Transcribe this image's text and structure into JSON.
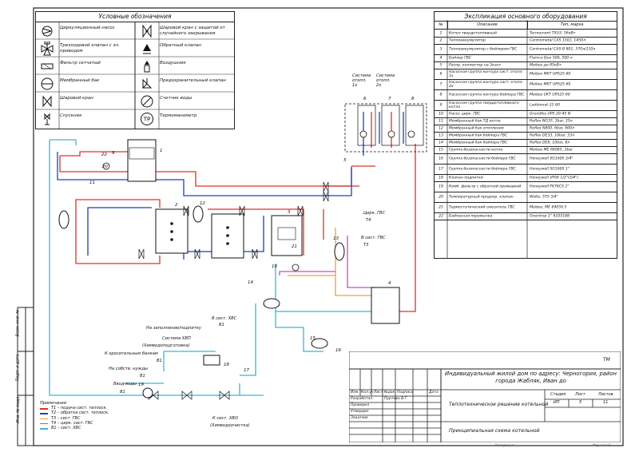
{
  "legend": {
    "title": "Условные обозначения",
    "items": [
      {
        "label": "Циркуляционный насос",
        "icon": "pump-icon"
      },
      {
        "label": "Шаровой кран с защитой от случайного закрывания",
        "icon": "ball-valve-locked-icon"
      },
      {
        "label": "Трехходовой клапан с эл. приводом",
        "icon": "three-way-valve-icon"
      },
      {
        "label": "Обратный клапан",
        "icon": "check-valve-icon"
      },
      {
        "label": "Фильтр сетчатый",
        "icon": "filter-icon"
      },
      {
        "label": "Воздушник",
        "icon": "air-vent-icon"
      },
      {
        "label": "Мембранный бак",
        "icon": "membrane-tank-icon"
      },
      {
        "label": "Предохранительный клапан",
        "icon": "safety-valve-icon"
      },
      {
        "label": "Шаровой кран",
        "icon": "ball-valve-icon"
      },
      {
        "label": "Счетчик воды",
        "icon": "water-meter-icon"
      },
      {
        "label": "Спускник",
        "icon": "drain-icon"
      },
      {
        "label": "Термоманометр",
        "icon": "thermomanometer-icon",
        "badge": "TP"
      }
    ]
  },
  "spec": {
    "title": "Экспликация основного оборудования",
    "col_no": "№",
    "col_desc": "Описание",
    "col_type": "Тип, марка",
    "rows": [
      {
        "no": "1",
        "desc": "Котел твердотопливный",
        "type": "Termomont TXU3, 56кВт"
      },
      {
        "no": "2",
        "desc": "Теплоаккумулятор",
        "type": "Centrometal CAS 1501, 1450л"
      },
      {
        "no": "3",
        "desc": "Теплоаккумулятор с бойлером ГВС",
        "type": "Centrometal CAS-B 801, 570л/110л"
      },
      {
        "no": "4",
        "desc": "Бойлер ГВС",
        "type": "Flamco Duo 500, 500 л"
      },
      {
        "no": "5",
        "desc": "Распр. коллектор на 3кант",
        "type": "Meibes до 85кВт"
      },
      {
        "no": "6",
        "desc": "Насосная группа контура сист. отопл. 1х",
        "type": "Meibes MKT UPS25-60"
      },
      {
        "no": "7",
        "desc": "Насосная группа контура сист. отопл. 2х",
        "type": "Meibes MKT UPS25-60"
      },
      {
        "no": "8",
        "desc": "Насосная группа контура бойлера ГВС",
        "type": "Meibes UKT UPS25-60"
      },
      {
        "no": "9",
        "desc": "Насосная группа твердотопливного котла",
        "type": "Laddomat 21-60"
      },
      {
        "no": "10",
        "desc": "Насос цирк. ГВС",
        "type": "Grundfos UPS 20-45 N"
      },
      {
        "no": "11",
        "desc": "Мембранный бак ТД котла",
        "type": "Reflex NG35, 3bar, 35л"
      },
      {
        "no": "12",
        "desc": "Мембранный бак отопления",
        "type": "Reflex N800, 6bar, 800л"
      },
      {
        "no": "13",
        "desc": "Мембранный бак бойлера ГВС",
        "type": "Reflex DE33, 10bar, 33л"
      },
      {
        "no": "14",
        "desc": "Мембранный бак бойлера ГВС",
        "type": "Reflex DE8, 10bar, 8л"
      },
      {
        "no": "15",
        "desc": "Группа безопасности котла",
        "type": "Meibes ME 66065, 3bar"
      },
      {
        "no": "16",
        "desc": "Группа безопасности бойлера ГВС",
        "type": "Honeywell SG160S 3/4\""
      },
      {
        "no": "17",
        "desc": "Группа безопасности бойлера ГВС",
        "type": "Honeywell SG160S 1\""
      },
      {
        "no": "18",
        "desc": "Клапан подпитки",
        "type": "Honeywell VF06 1/2\"(3/4\")"
      },
      {
        "no": "19",
        "desc": "Комб. фильтр с обратной промывкой",
        "type": "Honeywell FK76CS 1\""
      },
      {
        "no": "20",
        "desc": "Температурный предохр. клапан",
        "type": "Watts, STS 3/4\""
      },
      {
        "no": "21",
        "desc": "Термостатический смеситель ГВС",
        "type": "Meibes, ME 69059.5"
      },
      {
        "no": "22",
        "desc": "Байпасная перемычка",
        "type": "Oventrop 1\" 6105188"
      }
    ]
  },
  "scheme": {
    "system1": "Система отопл. 1х",
    "system2": "Система отопл. 2х",
    "circ": "Цирк. ГВС",
    "circ_code": "Т4",
    "to_dhw": "В сист. ГВС",
    "to_dhw_code": "Т3",
    "to_cold": "В сист. ХВС",
    "to_cold_code": "В1",
    "fill": "На заполнение/подпитку",
    "cold_sys": "Система ХВП",
    "cold_sys_sub": "(Химводоподготовка)",
    "irrigation": "К оросительным банкам",
    "irrigation_code": "В1",
    "own_needs": "На собств. нужды",
    "own_needs_code": "В1",
    "water_in": "Ввод воды",
    "water_in_code": "В1",
    "to_hvo": "К сист. ХВО",
    "to_hvo_sub": "(Химводоочистка)",
    "numbers": [
      "1",
      "2",
      "3",
      "4",
      "5",
      "6",
      "7",
      "8",
      "9",
      "10",
      "11",
      "12",
      "13",
      "14",
      "15",
      "16",
      "17",
      "18",
      "19",
      "20",
      "21",
      "22"
    ]
  },
  "notes": {
    "title": "Примечания:",
    "lines": [
      "Т1 – подача сист. теплоск.",
      "Т2 – обратка сист. теплоск.",
      "Т3 – сист. ГВС",
      "Т4 – цирк. сист. ГВС",
      "В1 – сист. ХВС"
    ],
    "colors": [
      "#e0302a",
      "#1d3fc4",
      "#f0a040",
      "#c050c0",
      "#38b8d8"
    ]
  },
  "stamp": {
    "tm": "ТМ",
    "project_title": "Индивидуальный жилой дом по адресу: Черногория, район города Жабляк, Иван до",
    "section": "Теплотехническое решение котельной",
    "sheet_title": "Принципиальная схема котельной",
    "stage_label": "Стадия",
    "sheet_label": "Лист",
    "sheets_label": "Листов",
    "stage": "ИП",
    "sheet": "5",
    "sheets": "11",
    "col_change": "Изм.",
    "col_count": "Кол.уч",
    "col_sheet": "Лист",
    "col_doc": "№док.",
    "col_sign": "Подпись",
    "col_date": "Дата",
    "developed": "Разработал",
    "developer": "Пуртова В.Г.",
    "checked": "Проверил",
    "approved": "Утвердил",
    "customer": "Заказчик",
    "side1": "Инв. № подл.",
    "side2": "Подп. и дата",
    "side3": "Взам. инв. №",
    "bottom_left": "Копировал",
    "bottom_right": "Формат А3"
  }
}
